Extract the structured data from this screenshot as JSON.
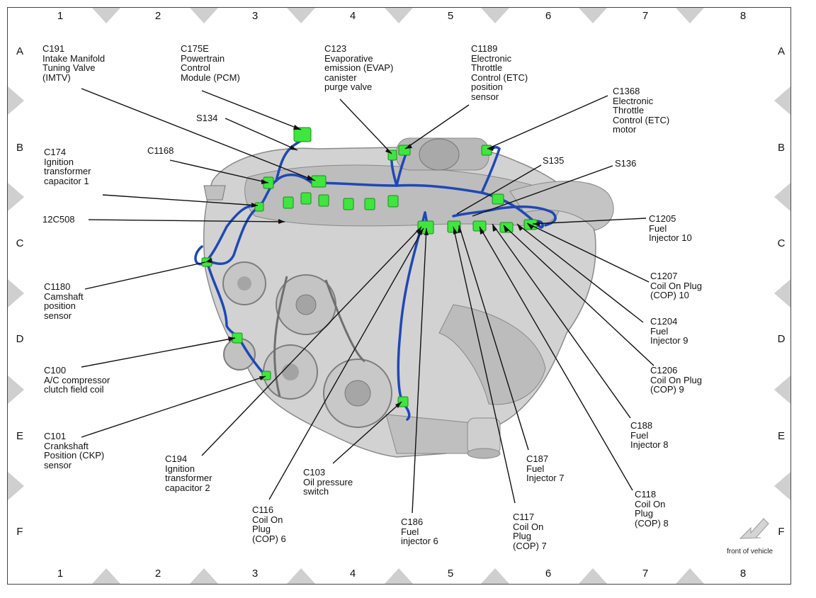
{
  "grid": {
    "columns": [
      "1",
      "2",
      "3",
      "4",
      "5",
      "6",
      "7",
      "8"
    ],
    "rows": [
      "A",
      "B",
      "C",
      "D",
      "E",
      "F"
    ]
  },
  "colors": {
    "wire": "#1f48b5",
    "connector": "#3ee63e",
    "engine": "#c9c9c9",
    "leader": "#111111"
  },
  "labels": {
    "c191": "C191\nIntake Manifold\nTuning Valve\n(IMTV)",
    "c175e": "C175E\nPowertrain\nControl\nModule (PCM)",
    "c123": "C123\nEvaporative\nemission (EVAP)\ncanister\npurge valve",
    "c1189": "C1189\nElectronic\nThrottle\nControl (ETC)\nposition\nsensor",
    "c1368": "C1368\nElectronic\nThrottle\nControl (ETC)\nmotor",
    "s134": "S134",
    "c174": "C174\nIgnition\ntransformer\ncapacitor 1",
    "c1168": "C1168",
    "s135": "S135",
    "s136": "S136",
    "p12c508": "12C508",
    "c1205": "C1205\nFuel\nInjector 10",
    "c1180": "C1180\nCamshaft\nposition\nsensor",
    "c1207": "C1207\nCoil On Plug\n(COP) 10",
    "c1204": "C1204\nFuel\nInjector 9",
    "c100": "C100\nA/C compressor\nclutch field coil",
    "c1206": "C1206\nCoil On Plug\n(COP) 9",
    "c101": "C101\nCrankshaft\nPosition (CKP)\nsensor",
    "c188": "C188\nFuel\nInjector 8",
    "c194": "C194\nIgnition\ntransformer\ncapacitor 2",
    "c103": "C103\nOil pressure\nswitch",
    "c187": "C187\nFuel\nInjector 7",
    "c116": "C116\nCoil On\nPlug\n(COP) 6",
    "c186": "C186\nFuel\ninjector 6",
    "c117": "C117\nCoil On\nPlug\n(COP) 7",
    "c118": "C118\nCoil On\nPlug\n(COP) 8"
  },
  "front_of_vehicle": "front of vehicle",
  "icons": {
    "front_arrow": "arrow-icon"
  }
}
